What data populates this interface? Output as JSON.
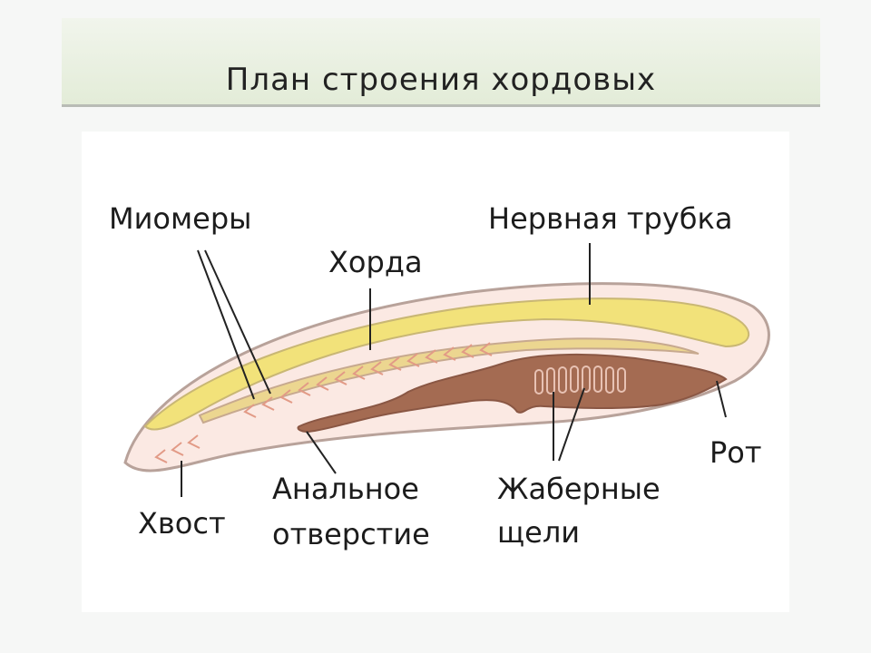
{
  "slide": {
    "title": "План строения хордовых"
  },
  "labels": {
    "miomery": "Миомеры",
    "nervnaya_trubka": "Нервная трубка",
    "horda": "Хорда",
    "rot": "Рот",
    "hvost": "Хвост",
    "analnoe_1": "Анальное",
    "analnoe_2": "отверстие",
    "zhabernye_1": "Жаберные",
    "zhabernye_2": "щели"
  },
  "colors": {
    "body_outline": "#b8a29a",
    "body_fill": "#fbe9e3",
    "neural_tube": "#f2e27a",
    "notochord": "#e9d58a",
    "gut": "#a46b52",
    "myomere": "#e29a86"
  }
}
